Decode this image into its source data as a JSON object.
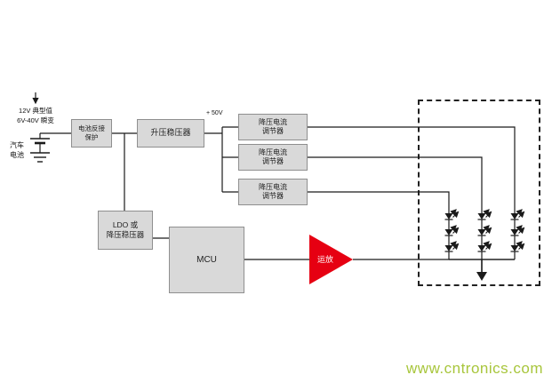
{
  "source": {
    "spec_label": "12V 典型值\n6V-40V 瞬变",
    "battery_label": "汽车\n电池"
  },
  "blocks": {
    "reverse_protection": "电池反接\n保护",
    "boost": "升压稳压器",
    "buck_regulators": [
      "降压电流\n调节器",
      "降压电流\n调节器",
      "降压电流\n调节器"
    ],
    "ldo": "LDO 或\n降压稳压器",
    "mcu": "MCU",
    "opamp": "运放"
  },
  "labels": {
    "boost_rail": "+ 50V"
  },
  "led_array": {
    "strings": 3,
    "leds_per_string": 3
  },
  "watermark": "www.cntronics.com",
  "colors": {
    "block_fill": "#d9d9d9",
    "opamp_fill": "#e60012",
    "wire": "#1a1a1a",
    "watermark": "#a8c63c"
  }
}
